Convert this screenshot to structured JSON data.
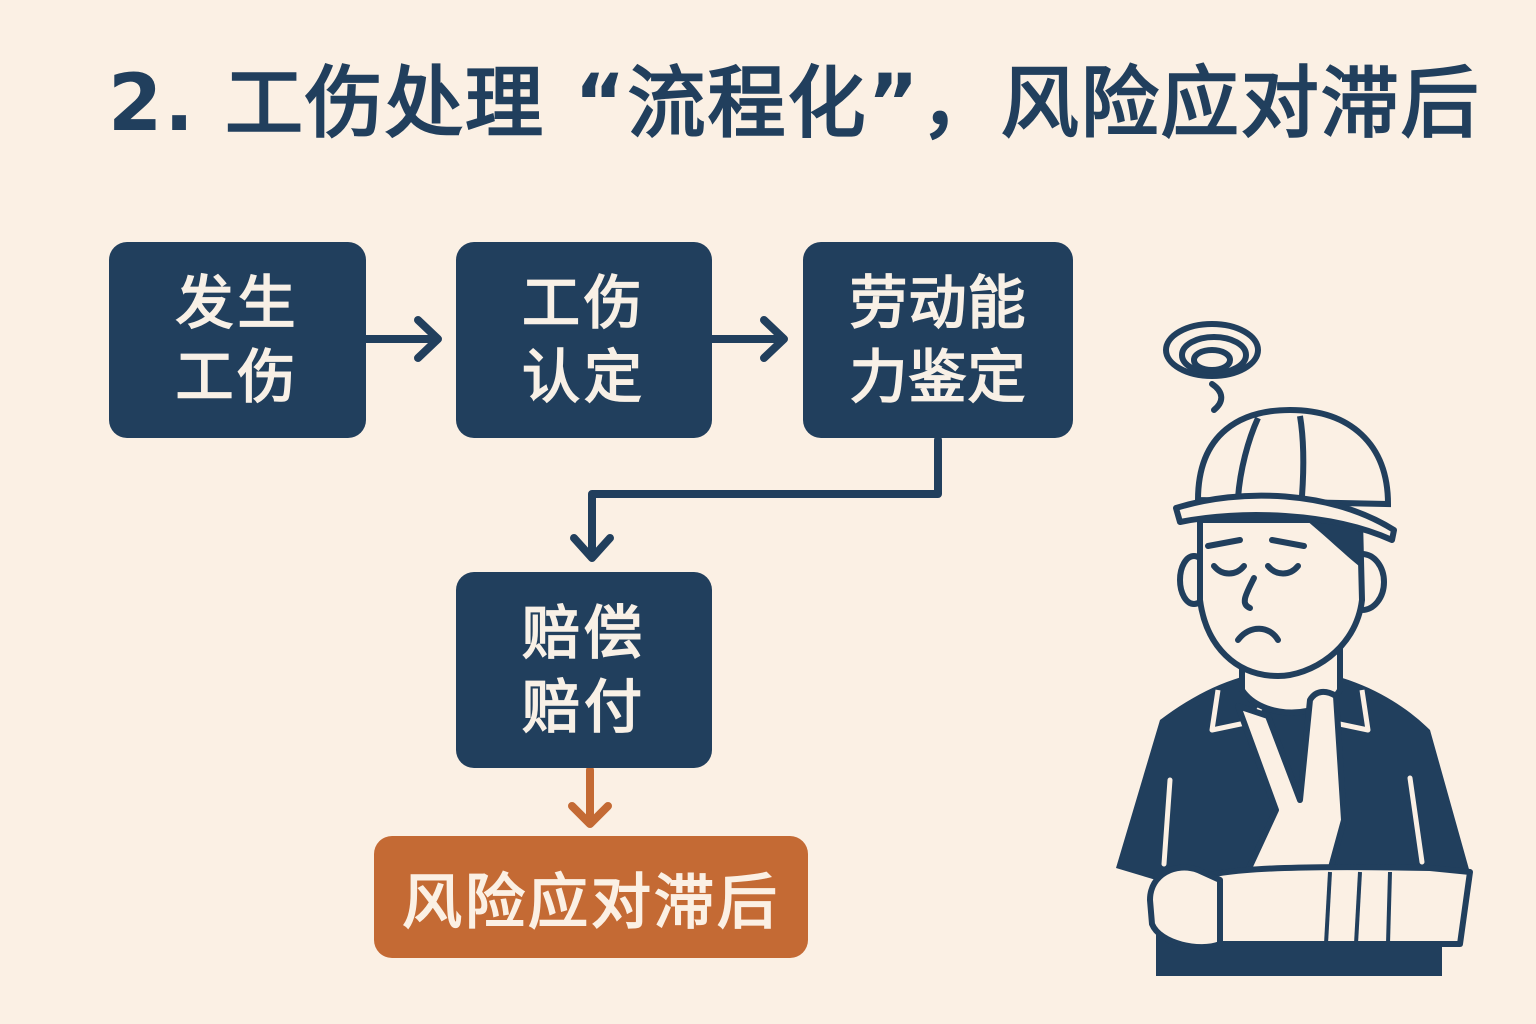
{
  "title": "2. 工伤处理 “流程化”，风险应对滞后",
  "steps": [
    {
      "line1": "发生",
      "line2": "工伤"
    },
    {
      "line1": "工伤",
      "line2": "认定"
    },
    {
      "line1": "劳动能",
      "line2": "力鉴定"
    },
    {
      "line1": "赔偿",
      "line2": "赔付"
    }
  ],
  "outcome": "风险应对滞后",
  "colors": {
    "background": "#fbf0e4",
    "primary": "#213f5d",
    "accent": "#c46a34",
    "box_text": "#f8f0e6"
  },
  "illustration": "injured-worker-with-hard-hat-and-arm-sling"
}
